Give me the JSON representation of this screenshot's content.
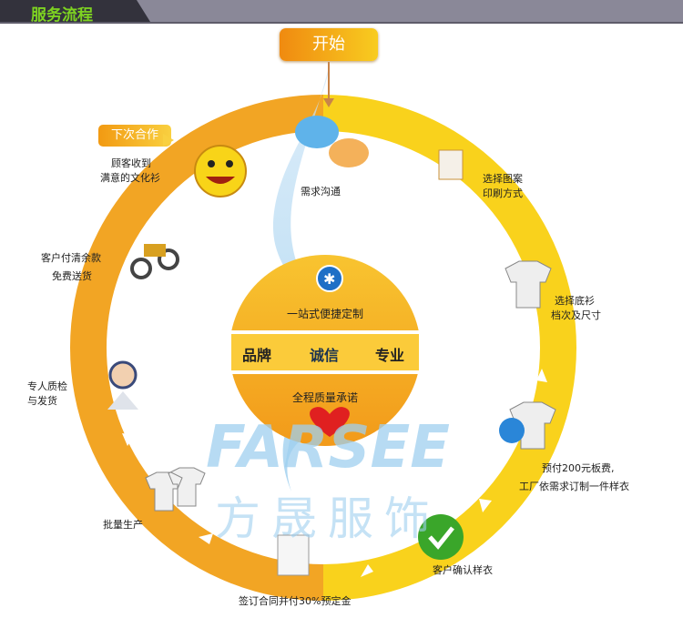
{
  "header": {
    "title": "服务流程"
  },
  "start": {
    "label": "开始"
  },
  "next": {
    "label": "下次合作"
  },
  "center": {
    "top": "一站式便捷定制",
    "middle": [
      "品牌",
      "诚信",
      "专业"
    ],
    "bottom": "全程质量承诺"
  },
  "watermark": {
    "brand": "FARSEE",
    "cn": "方晟服饰"
  },
  "steps": [
    {
      "lines": [
        "需求沟通"
      ]
    },
    {
      "lines": [
        "选择图案",
        "印刷方式"
      ]
    },
    {
      "lines": [
        "选择底衫",
        "档次及尺寸"
      ]
    },
    {
      "lines": [
        "预付200元板费,",
        "工厂依需求订制一件样衣"
      ]
    },
    {
      "lines": [
        "客户确认样衣"
      ]
    },
    {
      "lines": [
        "签订合同并付30%预定金"
      ]
    },
    {
      "lines": [
        "批量生产"
      ]
    },
    {
      "lines": [
        "专人质检",
        "与发货"
      ]
    },
    {
      "lines": [
        "客户付清余款",
        "免费送货"
      ]
    },
    {
      "lines": [
        "顾客收到",
        "满意的文化衫"
      ]
    }
  ],
  "colors": {
    "ring_left": "#f2a524",
    "ring_right": "#f9d21c",
    "accent_green": "#7ed321"
  }
}
